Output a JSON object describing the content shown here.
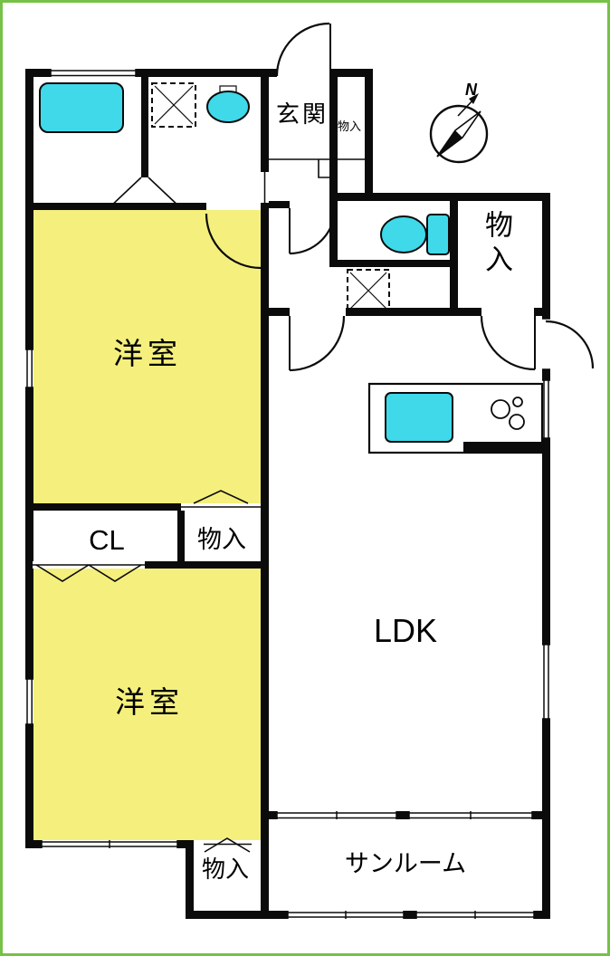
{
  "colors": {
    "room_yellow": "#F5F07D",
    "fixture_cyan": "#3FD9E9",
    "wall_black": "#0B0B0B",
    "frame_green": "#76C147"
  },
  "labels": {
    "entrance": "玄関",
    "entrance_storage": "物入",
    "storage_top_right": "物入",
    "bedroom1": "洋室",
    "closet": "CL",
    "storage_mid": "物入",
    "bedroom2": "洋室",
    "ldk": "LDK",
    "sunroom": "サンルーム",
    "storage_bottom": "物入",
    "compass_north": "N"
  }
}
